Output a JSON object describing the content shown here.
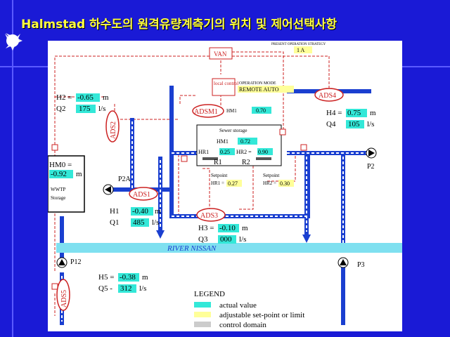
{
  "title": "Halmstad 하수도의 원격유량계측기의 위치 및 제어선택사항",
  "colors": {
    "background": "#1a1ad6",
    "title": "#ffff40",
    "actual_value": "#33e8d8",
    "setpoint": "#ffff99",
    "control_domain": "#cccccc",
    "pipe": "#1a3fd0",
    "signal": "#cc2222"
  },
  "diagram": {
    "van": "VAN",
    "van_header": "PRESENT OPERATION STRATEGY",
    "van_value": "1 A",
    "operation_mode_label": "OPERATION MODE",
    "local_control": "local control",
    "operation_mode_value": "REMOTE AUTO",
    "h2_label": "H2 =",
    "h2_value": "-0.65",
    "h2_unit": "m",
    "q2_label": "Q2",
    "q2_value": "175",
    "q2_unit": "l/s",
    "h4_label": "H4 =",
    "h4_value": "0.75",
    "h4_unit": "m",
    "q4_label": "Q4",
    "q4_value": "105",
    "q4_unit": "l/s",
    "hm0_label": "HM0 =",
    "hm0_value": "-0.92",
    "hm0_unit": "m",
    "wwtp_label": "WWTP",
    "storage_label": "Storage",
    "h1_label": "H1",
    "h1_value": "-0.40",
    "h1_unit": "m",
    "q1_label": "Q1",
    "q1_value": "485",
    "q1_unit": "l/s",
    "h3_label": "H3 =",
    "h3_value": "-0.10",
    "h3_unit": "m",
    "q3_label": "Q3",
    "q3_value": "000",
    "q3_unit": "l/s",
    "h5_label": "H5 =",
    "h5_value": "-0.38",
    "h5_unit": "m",
    "q5_label": "Q5 -",
    "q5_value": "312",
    "q5_unit": "l/s",
    "adsm1_label": "ADSM1",
    "adsm1_hm": "HM1",
    "adsm1_value": "0.70",
    "sewer_storage_title": "Sewer storage",
    "hm1_label": "HM1",
    "hm1_value": "0.72",
    "hr1_label": "HR1",
    "hr1_value": "0.25",
    "hr2_label": "HR2 =",
    "hr2_value": "0.90",
    "r1": "R1",
    "r2": "R2",
    "setpoint1_label": "Setpoint",
    "setpoint1_hr": "HR1 =",
    "setpoint1_value": "0.27",
    "setpoint2_label": "Setpoint",
    "setpoint2_hr": "HR2 =",
    "setpoint2_value": "0.30",
    "ads1": "ADS1",
    "ads2": "ADS2",
    "ads3": "ADS3",
    "ads4": "ADS4",
    "ads5": "ADS5",
    "p2a": "P2A",
    "p2": "P2",
    "p3": "P3",
    "p12": "P12",
    "river": "RIVER NISSAN"
  },
  "legend": {
    "title": "LEGEND",
    "items": [
      {
        "label": "actual value",
        "color": "#33e8d8"
      },
      {
        "label": "adjustable set-point or limit",
        "color": "#ffff99"
      },
      {
        "label": "control domain",
        "color": "#cccccc"
      }
    ]
  }
}
